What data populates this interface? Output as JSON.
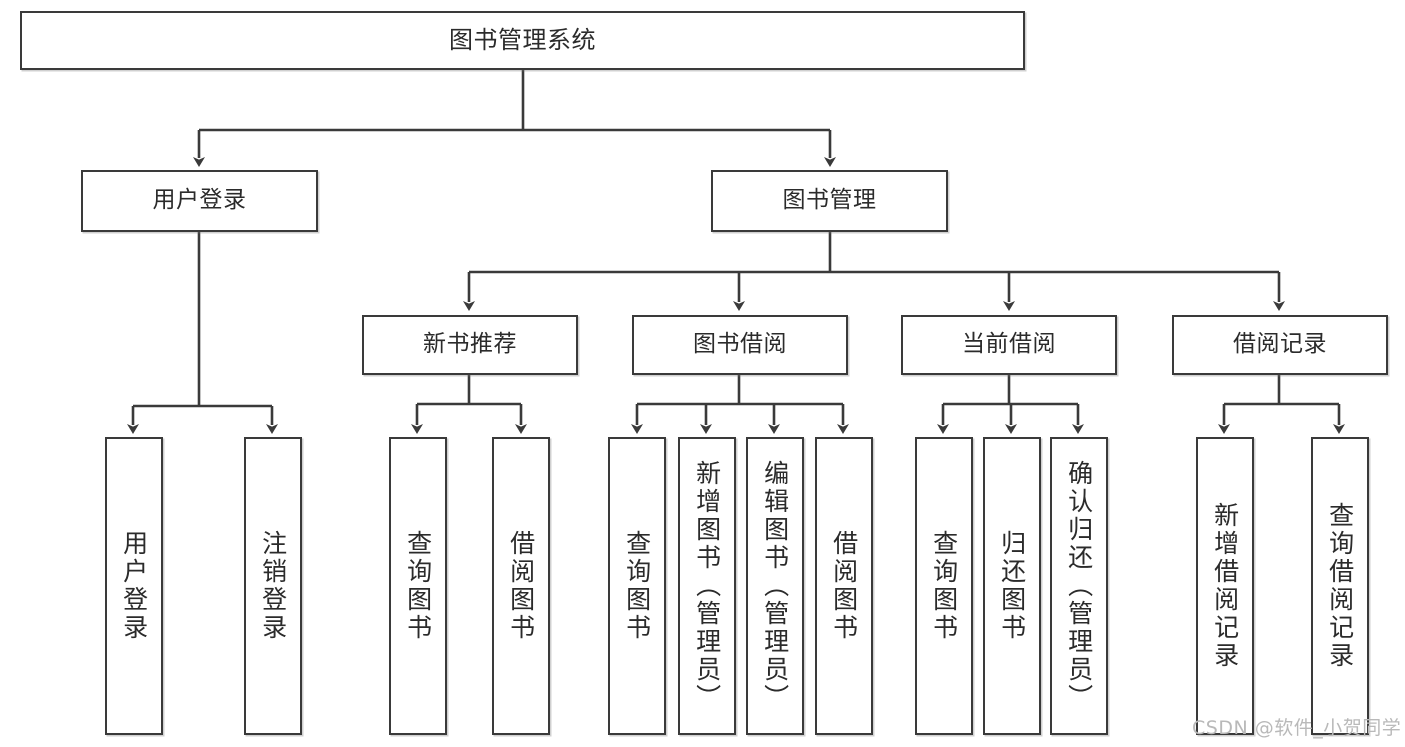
{
  "diagram": {
    "type": "tree-hierarchy",
    "title": "图书管理系统",
    "watermark": "CSDN @软件_小贺同学",
    "colors": {
      "stroke": "#3a3a3a",
      "fill": "#ffffff",
      "text": "#2b2b2b",
      "watermark": "#b9b9b9"
    },
    "nodes": {
      "root": {
        "label": "图书管理系统"
      },
      "level2": [
        {
          "label": "用户登录"
        },
        {
          "label": "图书管理"
        }
      ],
      "level3": [
        {
          "label": "新书推荐"
        },
        {
          "label": "图书借阅"
        },
        {
          "label": "当前借阅"
        },
        {
          "label": "借阅记录"
        }
      ],
      "leaves_user_login": [
        {
          "label": "用户登录"
        },
        {
          "label": "注销登录"
        }
      ],
      "leaves_new_book": [
        {
          "label": "查询图书"
        },
        {
          "label": "借阅图书"
        }
      ],
      "leaves_borrow": [
        {
          "label": "查询图书"
        },
        {
          "label": "新增图书（管理员）"
        },
        {
          "label": "编辑图书（管理员）"
        },
        {
          "label": "借阅图书"
        }
      ],
      "leaves_current": [
        {
          "label": "查询图书"
        },
        {
          "label": "归还图书"
        },
        {
          "label": "确认归还（管理员）"
        }
      ],
      "leaves_records": [
        {
          "label": "新增借阅记录"
        },
        {
          "label": "查询借阅记录"
        }
      ]
    }
  }
}
